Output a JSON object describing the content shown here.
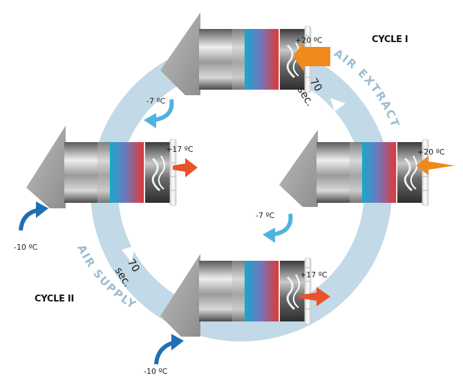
{
  "cycles": {
    "cycle_one": "CYCLE I",
    "cycle_two": "CYCLE II"
  },
  "flow_labels": {
    "extract": "AIR EXTRACT",
    "supply": "AIR SUPPLY"
  },
  "timer": {
    "extract_number": "70",
    "extract_unit": "sec.",
    "supply_number": "70",
    "supply_unit": "sec."
  },
  "temperatures": {
    "top_indoor": "+20 ºC",
    "top_outflow": "-7 ºC",
    "left_indoor": "+17 ºC",
    "left_intake": "-10 ºC",
    "right_indoor": "+20 ºC",
    "right_outflow": "-7 ºC",
    "bottom_indoor": "+17 ºC",
    "bottom_intake": "-10 ºC"
  },
  "colors": {
    "ring": "#c2d9e7",
    "ring_text": "#9bbdd2",
    "warm_arrow": "#f08a1c",
    "hot_arrow": "#e8532a",
    "cold_arrow_light": "#4fb3e0",
    "cold_arrow_dark": "#1f6fb2",
    "ceramic_cold": "#19a7c9",
    "ceramic_hot": "#e23a34"
  }
}
